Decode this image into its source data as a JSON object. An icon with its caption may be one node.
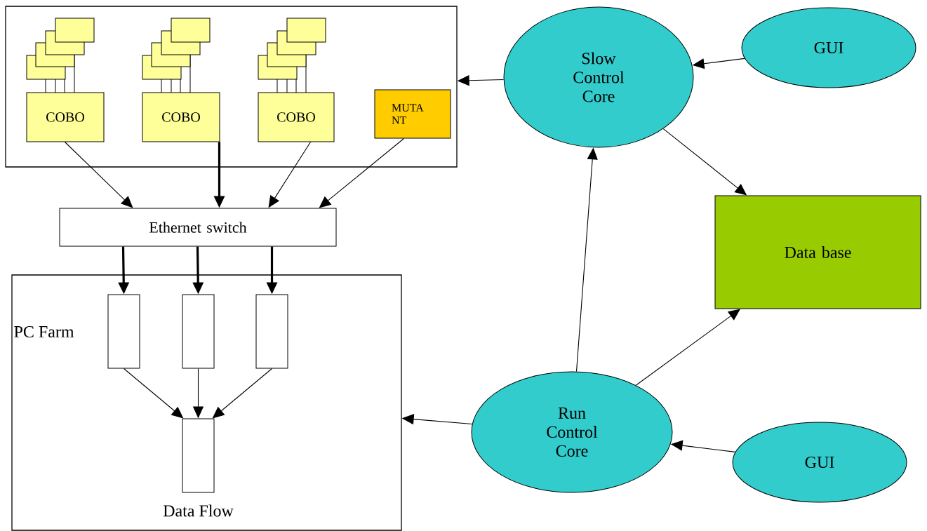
{
  "diagram": {
    "nodes": [
      {
        "text": [],
        "shape": "box"
      },
      {
        "text": [
          "COBO"
        ],
        "in": 0
      },
      {
        "text": [
          "COBO"
        ],
        "in": 0
      },
      {
        "text": [
          "COBO"
        ],
        "in": 0
      },
      {
        "text": [
          "MUTA NT"
        ],
        "in": 0
      },
      {
        "text": [
          "Ethernet switch"
        ]
      },
      {
        "text": [
          "PC Farm"
        ]
      },
      {
        "text": [],
        "shape": "box",
        "in": 6
      },
      {
        "text": [],
        "shape": "box",
        "in": 6
      },
      {
        "text": [],
        "shape": "box",
        "in": 6
      },
      {
        "text": [],
        "shape": "box",
        "in": 6,
        "beside": [
          "Data Flow"
        ]
      },
      {
        "text": [
          "Slow Control Core"
        ]
      },
      {
        "text": [
          "GUI"
        ]
      },
      {
        "text": [
          "Data base"
        ]
      },
      {
        "text": [
          "Run Control Core"
        ]
      },
      {
        "text": [
          "GUI"
        ]
      }
    ],
    "edges": [
      {
        "from": 1,
        "to": 5,
        "arrow": "to"
      },
      {
        "from": 2,
        "to": 5,
        "arrow": "to",
        "style": "thick"
      },
      {
        "from": 3,
        "to": 5,
        "arrow": "to"
      },
      {
        "from": 4,
        "to": 5,
        "arrow": "to"
      },
      {
        "from": 5,
        "to": 7,
        "arrow": "to",
        "style": "thick"
      },
      {
        "from": 5,
        "to": 8,
        "arrow": "to",
        "style": "thick"
      },
      {
        "from": 5,
        "to": 9,
        "arrow": "to",
        "style": "thick"
      },
      {
        "from": 7,
        "to": 10,
        "arrow": "to"
      },
      {
        "from": 8,
        "to": 10,
        "arrow": "to"
      },
      {
        "from": 9,
        "to": 10,
        "arrow": "to"
      },
      {
        "from": 11,
        "to": 0,
        "arrow": "to"
      },
      {
        "from": 12,
        "to": 11,
        "arrow": "to"
      },
      {
        "from": 11,
        "to": 13,
        "arrow": "to"
      },
      {
        "from": 14,
        "to": 11,
        "arrow": "to"
      },
      {
        "from": 14,
        "to": 13,
        "arrow": "to"
      },
      {
        "from": 14,
        "to": 6,
        "arrow": "to"
      },
      {
        "from": 15,
        "to": 14,
        "arrow": "to"
      }
    ]
  }
}
